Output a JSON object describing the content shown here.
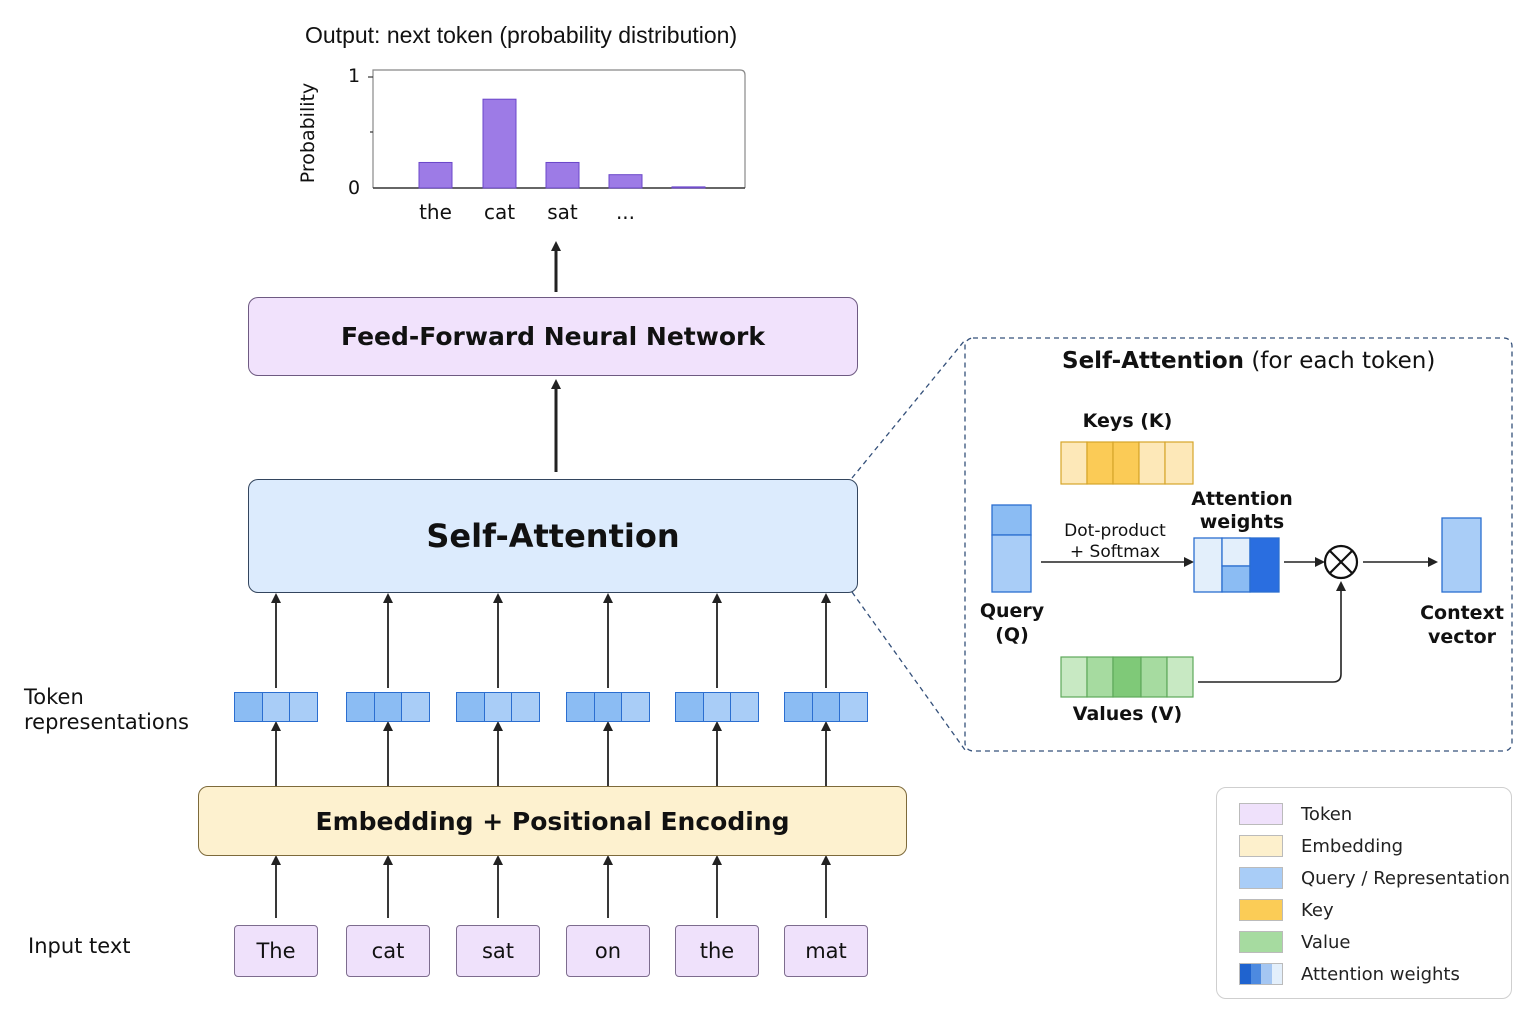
{
  "output": {
    "title": "Output: next token (probability distribution)",
    "chart_data": {
      "type": "bar",
      "categories": [
        "the",
        "cat",
        "sat",
        "..."
      ],
      "values": [
        0.23,
        0.8,
        0.23,
        0.12,
        0.01
      ],
      "ylabel": "Probability",
      "ylim": [
        0,
        1
      ],
      "y_ticks": [
        "0",
        "1"
      ],
      "bar_color": "#9d7be6"
    }
  },
  "blocks": {
    "ffn": "Feed-Forward Neural Network",
    "self_attention": "Self-Attention",
    "embedding": "Embedding + Positional Encoding"
  },
  "labels": {
    "token_representations": [
      "Token",
      "representations"
    ],
    "input_text": "Input text"
  },
  "tokens": [
    "The",
    "cat",
    "sat",
    "on",
    "the",
    "mat"
  ],
  "detail": {
    "title_bold": "Self-Attention",
    "title_rest": " (for each token)",
    "keys": "Keys (K)",
    "values": "Values (V)",
    "query": [
      "Query",
      "(Q)"
    ],
    "dot_product": [
      "Dot-product",
      "+ Softmax"
    ],
    "attention_weights": [
      "Attention",
      "weights"
    ],
    "context_vector": [
      "Context",
      "vector"
    ],
    "multiply_symbol": "⊗"
  },
  "legend": [
    {
      "label": "Token",
      "color": "#efe1fb"
    },
    {
      "label": "Embedding",
      "color": "#fdf0cc"
    },
    {
      "label": "Query / Representation",
      "color": "#a9cdf7"
    },
    {
      "label": "Key",
      "color": "#fbcc56"
    },
    {
      "label": "Value",
      "color": "#a6dba0"
    },
    {
      "label": "Attention weights",
      "colors": [
        "#1f63cf",
        "#4d8ae0",
        "#a4c6f2",
        "#e3effb"
      ]
    }
  ],
  "colors": {
    "ffn_fill": "#f1e2fc",
    "self_attention_fill": "#dcebfd",
    "embedding_fill": "#fdf1cf",
    "rep_cell": "#8bbcf3",
    "rep_cell_light": "#a9cdf7",
    "key_light": "#fde8b8",
    "key_dark": "#fbcb56",
    "value_light": "#c8e9c3",
    "value_mid": "#a6dba0",
    "value_dark": "#7fc978"
  }
}
